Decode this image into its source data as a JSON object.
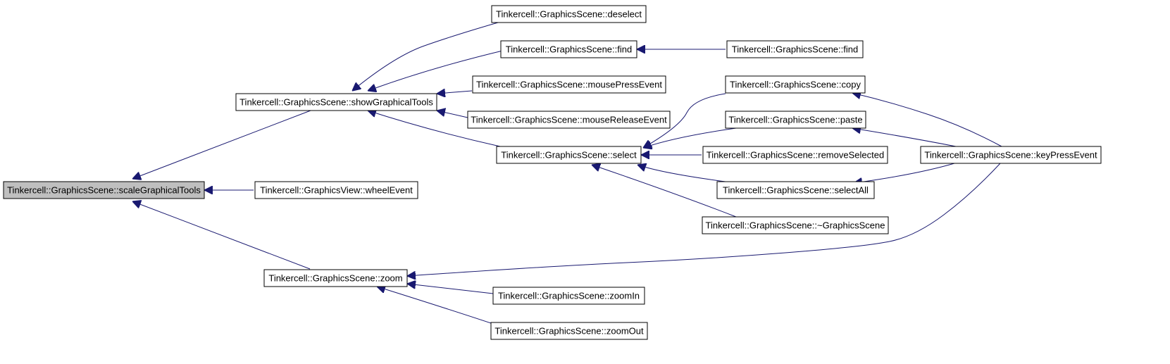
{
  "diagram": {
    "type": "call-graph",
    "highlighted_node": "scaleGraphicalTools",
    "colors": {
      "edge": "#191970",
      "node_border": "#000000",
      "node_fill": "#ffffff",
      "highlight_fill": "#bfbfbf",
      "text": "#000000"
    },
    "nodes": [
      {
        "id": "scaleGraphicalTools",
        "label": "Tinkercell::GraphicsScene::scaleGraphicalTools",
        "highlighted": true
      },
      {
        "id": "showGraphicalTools",
        "label": "Tinkercell::GraphicsScene::showGraphicalTools"
      },
      {
        "id": "wheelEvent",
        "label": "Tinkercell::GraphicsView::wheelEvent"
      },
      {
        "id": "zoom",
        "label": "Tinkercell::GraphicsScene::zoom"
      },
      {
        "id": "deselect",
        "label": "Tinkercell::GraphicsScene::deselect"
      },
      {
        "id": "find1",
        "label": "Tinkercell::GraphicsScene::find"
      },
      {
        "id": "find2",
        "label": "Tinkercell::GraphicsScene::find"
      },
      {
        "id": "mousePressEvent",
        "label": "Tinkercell::GraphicsScene::mousePressEvent"
      },
      {
        "id": "mouseReleaseEvent",
        "label": "Tinkercell::GraphicsScene::mouseReleaseEvent"
      },
      {
        "id": "select",
        "label": "Tinkercell::GraphicsScene::select"
      },
      {
        "id": "copy",
        "label": "Tinkercell::GraphicsScene::copy"
      },
      {
        "id": "paste",
        "label": "Tinkercell::GraphicsScene::paste"
      },
      {
        "id": "removeSelected",
        "label": "Tinkercell::GraphicsScene::removeSelected"
      },
      {
        "id": "selectAll",
        "label": "Tinkercell::GraphicsScene::selectAll"
      },
      {
        "id": "dtor",
        "label": "Tinkercell::GraphicsScene::~GraphicsScene"
      },
      {
        "id": "keyPressEvent",
        "label": "Tinkercell::GraphicsScene::keyPressEvent"
      },
      {
        "id": "zoomIn",
        "label": "Tinkercell::GraphicsScene::zoomIn"
      },
      {
        "id": "zoomOut",
        "label": "Tinkercell::GraphicsScene::zoomOut"
      }
    ],
    "edges": [
      {
        "from": "showGraphicalTools",
        "to": "scaleGraphicalTools"
      },
      {
        "from": "wheelEvent",
        "to": "scaleGraphicalTools"
      },
      {
        "from": "zoom",
        "to": "scaleGraphicalTools"
      },
      {
        "from": "deselect",
        "to": "showGraphicalTools"
      },
      {
        "from": "find1",
        "to": "showGraphicalTools"
      },
      {
        "from": "mousePressEvent",
        "to": "showGraphicalTools"
      },
      {
        "from": "mouseReleaseEvent",
        "to": "showGraphicalTools"
      },
      {
        "from": "select",
        "to": "showGraphicalTools"
      },
      {
        "from": "find2",
        "to": "find1"
      },
      {
        "from": "copy",
        "to": "select"
      },
      {
        "from": "paste",
        "to": "select"
      },
      {
        "from": "removeSelected",
        "to": "select"
      },
      {
        "from": "selectAll",
        "to": "select"
      },
      {
        "from": "dtor",
        "to": "select"
      },
      {
        "from": "keyPressEvent",
        "to": "copy"
      },
      {
        "from": "keyPressEvent",
        "to": "paste"
      },
      {
        "from": "keyPressEvent",
        "to": "selectAll"
      },
      {
        "from": "keyPressEvent",
        "to": "zoom"
      },
      {
        "from": "zoomIn",
        "to": "zoom"
      },
      {
        "from": "zoomOut",
        "to": "zoom"
      }
    ]
  }
}
